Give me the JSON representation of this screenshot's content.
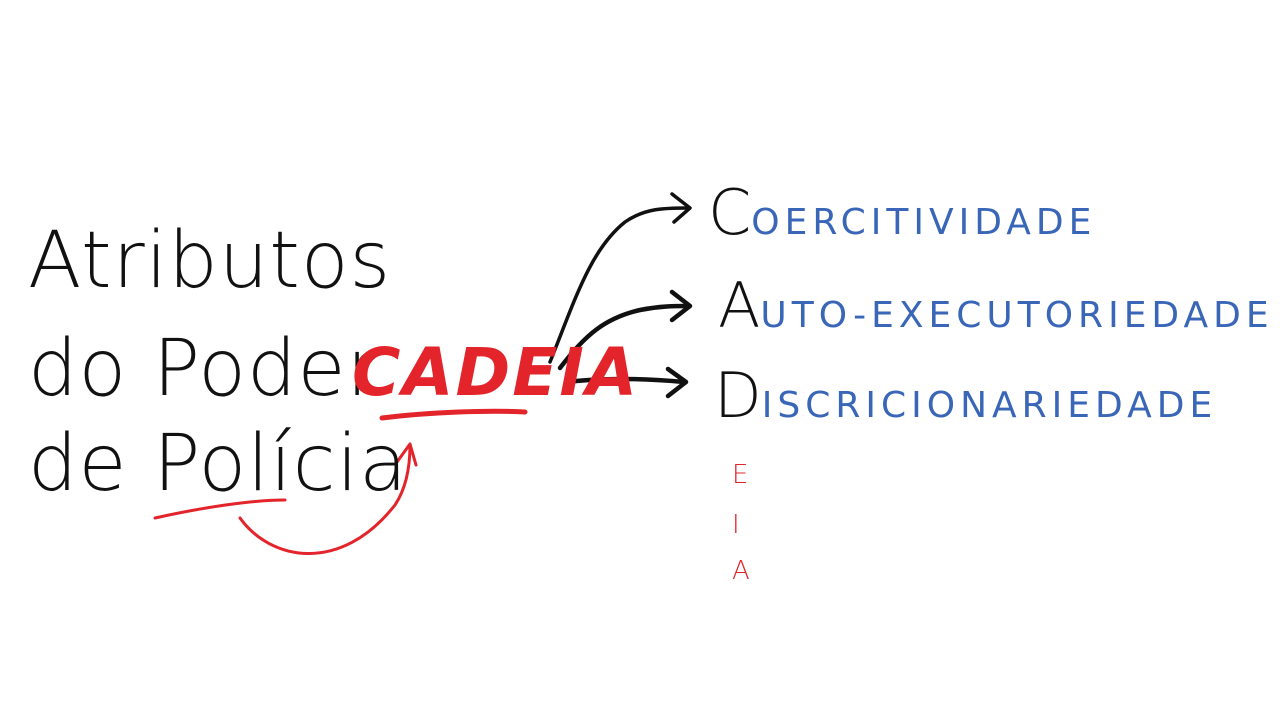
{
  "title": {
    "line1": "Atributos",
    "line2": "do Poder",
    "line3": "de Polícia"
  },
  "acronym": "CADEIA",
  "attributes": [
    {
      "initial": "C",
      "rest": "OERCITIVIDADE"
    },
    {
      "initial": "A",
      "rest": "UTO-EXECUTORIEDADE"
    },
    {
      "initial": "D",
      "rest": "ISCRICIONARIEDADE"
    }
  ],
  "filler_letters": [
    "E",
    "I",
    "A"
  ],
  "colors": {
    "ink": "#111111",
    "accent": "#e3242b",
    "attribute_text": "#3a66b8"
  }
}
